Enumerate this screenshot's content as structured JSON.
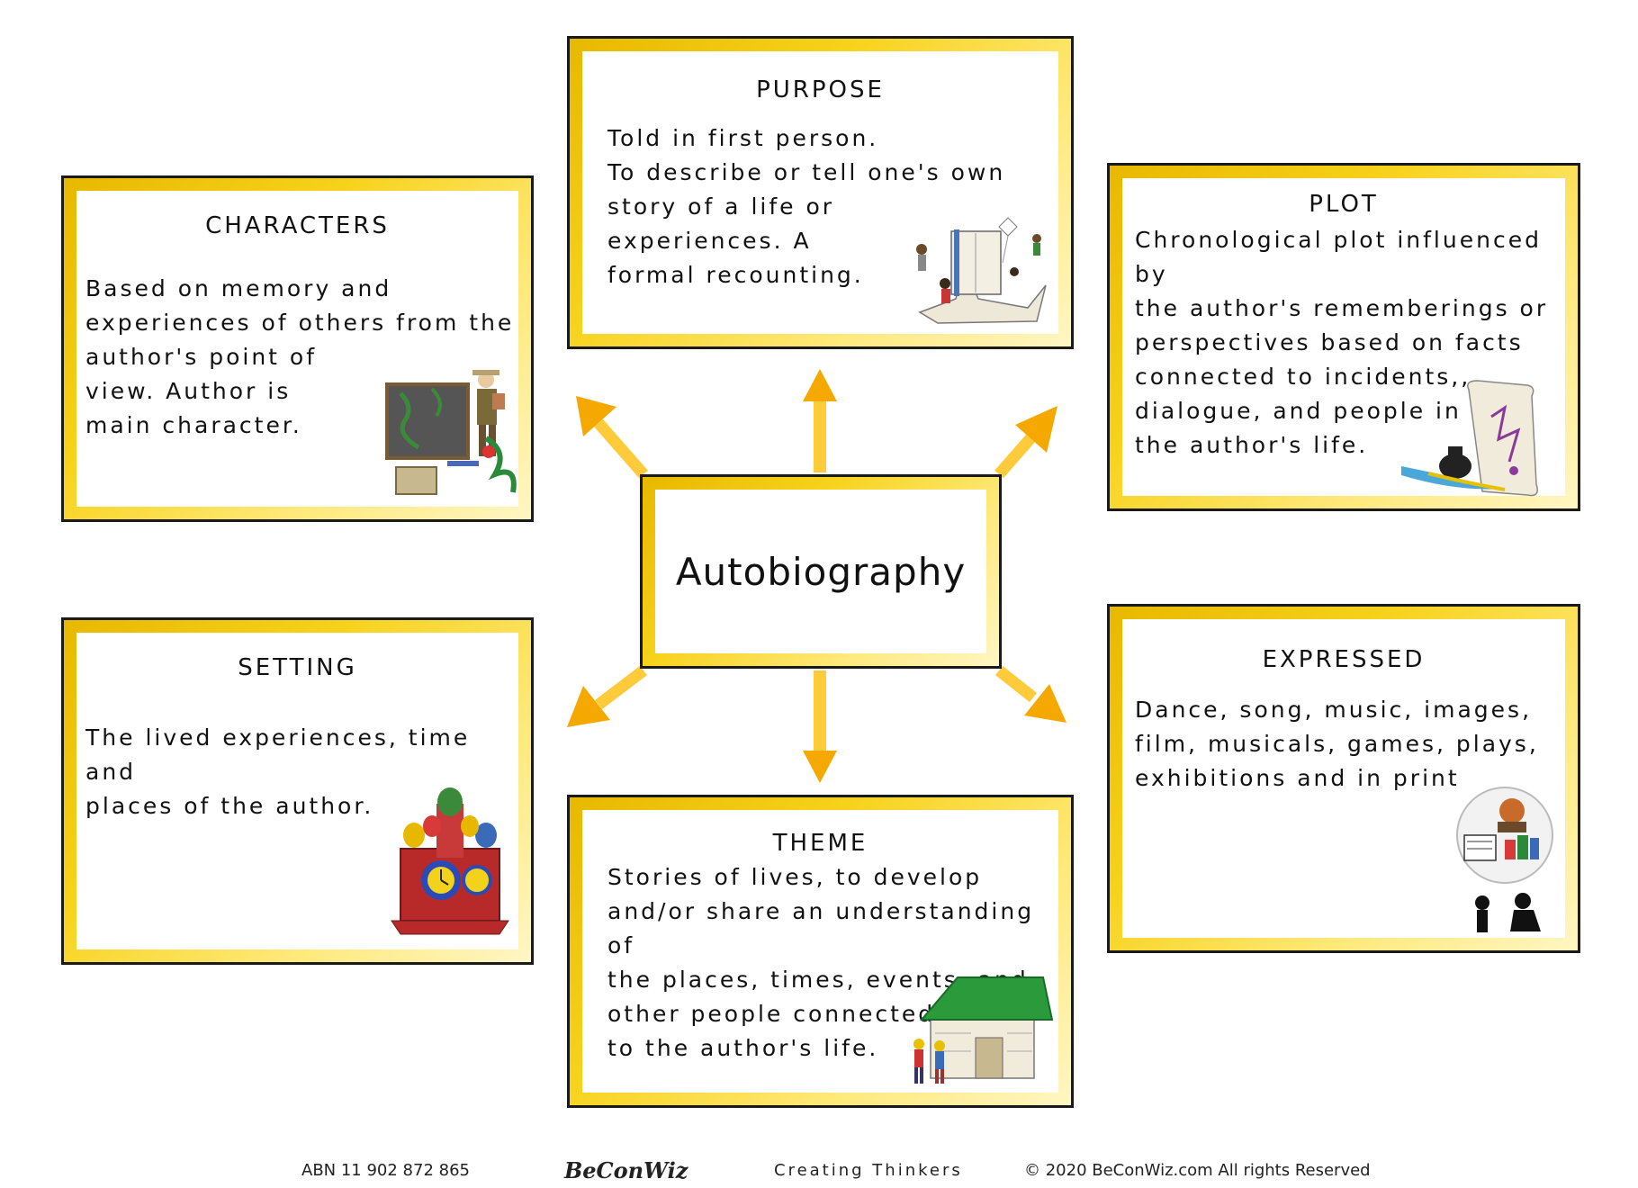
{
  "center": {
    "title": "Autobiography"
  },
  "cards": {
    "purpose": {
      "title": "PURPOSE",
      "body": "Told in first person.\nTo describe or tell one's own\nstory of a life or\nexperiences. A\nformal recounting."
    },
    "characters": {
      "title": "CHARACTERS",
      "body": "Based on memory and\nexperiences of others from the\nauthor's point of\nview. Author is\nmain character."
    },
    "plot": {
      "title": "PLOT",
      "body": "Chronological plot influenced by\nthe author's rememberings or\nperspectives based on facts\nconnected to incidents,,\ndialogue, and people in\nthe author's life."
    },
    "setting": {
      "title": "SETTING",
      "body": "The lived experiences, time and\nplaces of the author."
    },
    "expressed": {
      "title": "EXPRESSED",
      "body": "Dance, song, music, images,\nfilm, musicals, games, plays,\nexhibitions and in print"
    },
    "theme": {
      "title": "THEME",
      "body": "Stories of lives, to develop\nand/or share an understanding of\nthe places, times, events, and\nother people connected\nto the author's life."
    }
  },
  "footer": {
    "abn": "ABN 11 902 872 865",
    "logo": "BeConWiz",
    "tagline": "Creating Thinkers",
    "copyright": "© 2020 BeConWiz.com All rights Reserved"
  },
  "colors": {
    "arrow": "#f5a800",
    "arrow_light": "#ffd24a",
    "border_gold": "#e8b800"
  },
  "icons": [
    "children-book-illustration",
    "teacher-chalkboard-illustration",
    "scroll-quill-illustration",
    "cathedral-clock-illustration",
    "performing-arts-illustration",
    "house-children-illustration"
  ]
}
